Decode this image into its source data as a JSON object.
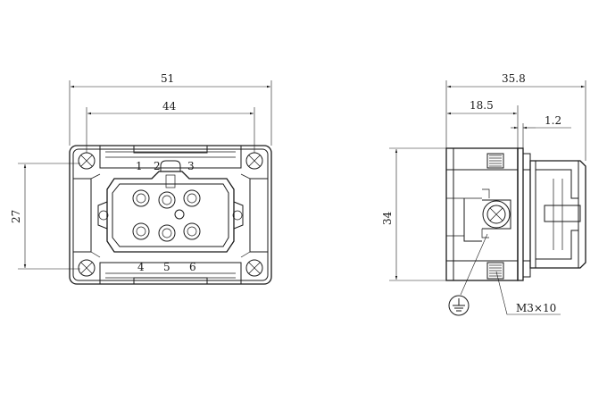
{
  "front_view": {
    "dim_total_width": "51",
    "dim_mount_spacing": "44",
    "dim_height": "27",
    "pins_top": [
      "1",
      "2",
      "3"
    ],
    "pins_bottom": [
      "4",
      "5",
      "6"
    ]
  },
  "side_view": {
    "dim_total_depth": "35.8",
    "dim_flange_depth": "18.5",
    "dim_flange_thickness": "1.2",
    "dim_height": "34",
    "screw_callout": "M3×10"
  },
  "icons": {
    "ground": "ground-symbol-icon",
    "mounting_screw": "cross-screw-icon"
  },
  "colors": {
    "line": "#1a1a1a",
    "background": "#ffffff"
  }
}
